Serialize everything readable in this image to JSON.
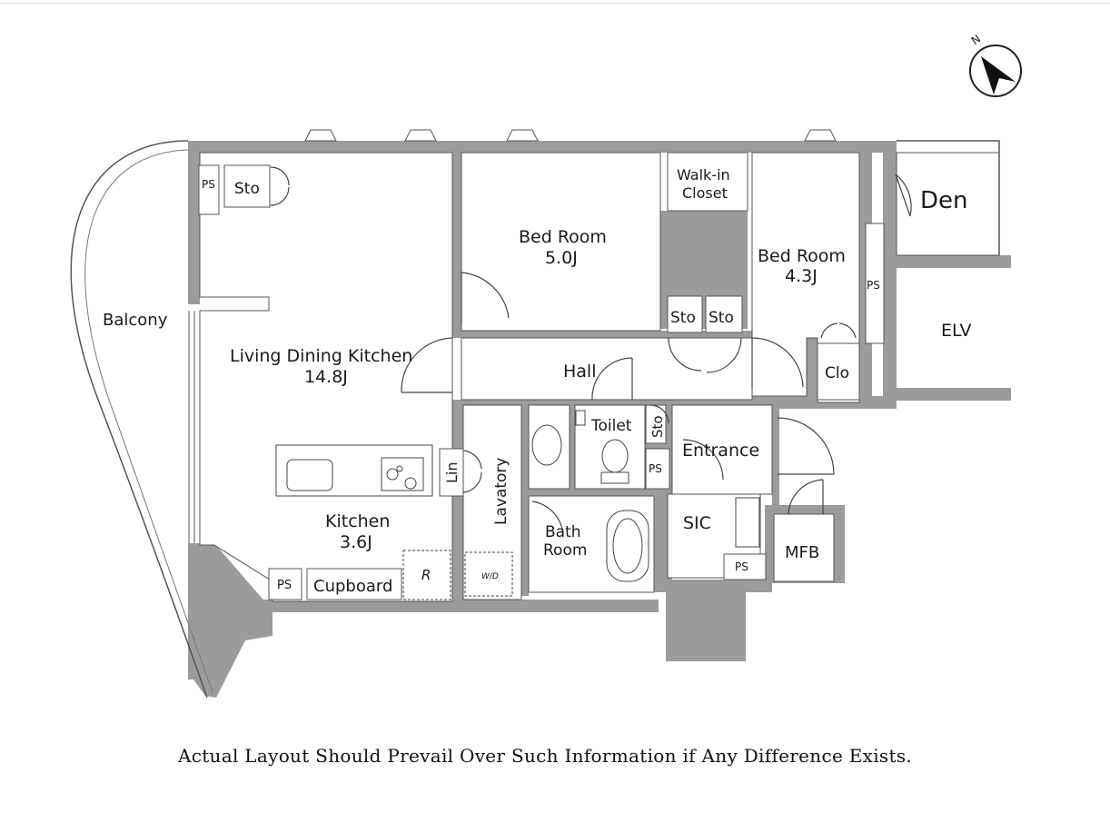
{
  "compass": {
    "label": "N"
  },
  "rooms": {
    "balcony": "Balcony",
    "ldk_name": "Living Dining Kitchen",
    "ldk_size": "14.8J",
    "kitchen_name": "Kitchen",
    "kitchen_size": "3.6J",
    "bed1_name": "Bed Room",
    "bed1_size": "5.0J",
    "bed2_name": "Bed Room",
    "bed2_size": "4.3J",
    "walkin_line1": "Walk-in",
    "walkin_line2": "Closet",
    "den": "Den",
    "elv": "ELV",
    "hall": "Hall",
    "toilet": "Toilet",
    "lavatory": "Lavatory",
    "bath_line1": "Bath",
    "bath_line2": "Room",
    "entrance": "Entrance",
    "sic": "SIC",
    "mfb": "MFB",
    "clo": "Clo",
    "cupboard": "Cupboard",
    "lin": "Lin",
    "sto": "Sto",
    "ps": "PS",
    "r": "R",
    "wd": "W/D"
  },
  "footer": {
    "note": "Actual Layout Should Prevail Over Such Information if Any Difference Exists."
  }
}
